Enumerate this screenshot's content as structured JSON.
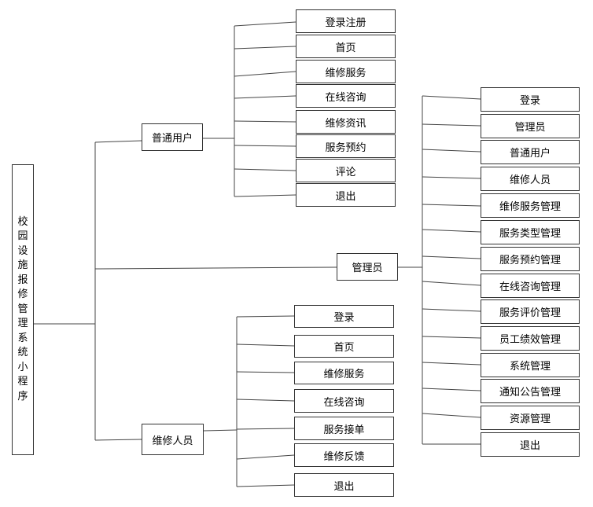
{
  "root": {
    "label": "校园设施报修管理系统小程序"
  },
  "roles": {
    "user": {
      "label": "普通用户",
      "items": [
        "登录注册",
        "首页",
        "维修服务",
        "在线咨询",
        "维修资讯",
        "服务预约",
        "评论",
        "退出"
      ]
    },
    "admin": {
      "label": "管理员",
      "items": [
        "登录",
        "管理员",
        "普通用户",
        "维修人员",
        "维修服务管理",
        "服务类型管理",
        "服务预约管理",
        "在线咨询管理",
        "服务评价管理",
        "员工绩效管理",
        "系统管理",
        "通知公告管理",
        "资源管理",
        "退出"
      ]
    },
    "repair": {
      "label": "维修人员",
      "items": [
        "登录",
        "首页",
        "维修服务",
        "在线咨询",
        "服务接单",
        "维修反馈",
        "退出"
      ]
    }
  }
}
